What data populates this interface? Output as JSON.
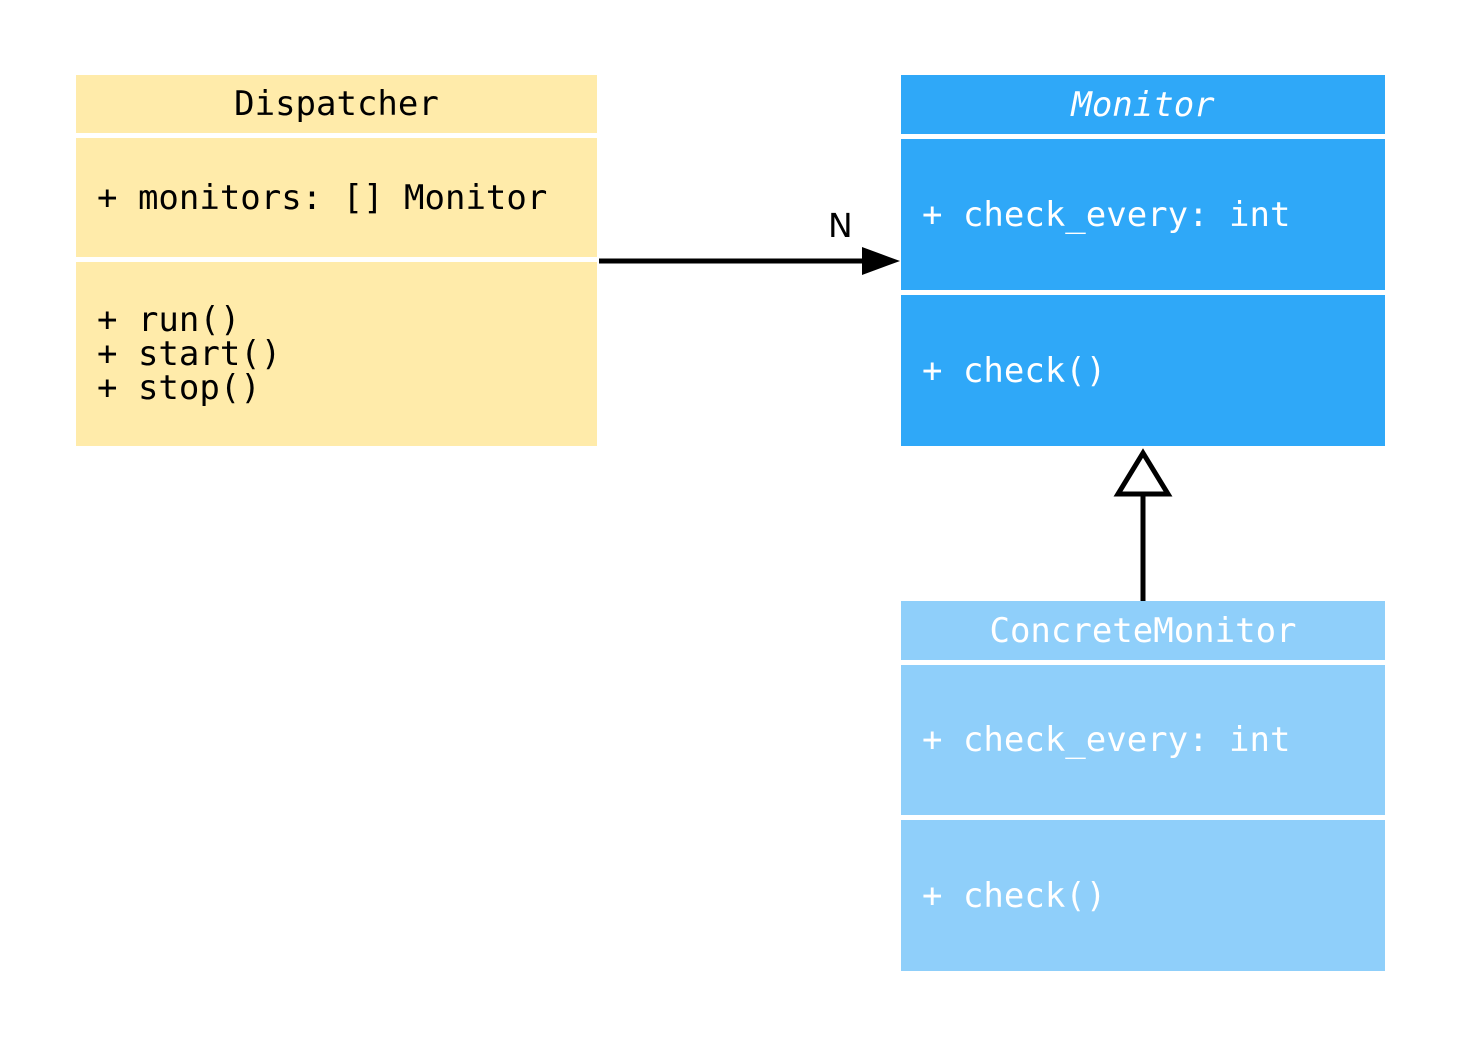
{
  "diagram": {
    "kind": "uml-class-diagram",
    "background": "#FFFFFF",
    "edge_color": "#000000",
    "classes": [
      {
        "name": "Dispatcher",
        "abstract": false,
        "fill": "#FFEBAA",
        "text_color": "#000000",
        "attributes": [
          "+ monitors: [] Monitor"
        ],
        "methods": [
          "+ run()",
          "+ start()",
          "+ stop()"
        ]
      },
      {
        "name": "Monitor",
        "abstract": true,
        "fill": "#2FA8F8",
        "text_color": "#FFFFFF",
        "attributes": [
          "+ check_every: int"
        ],
        "methods": [
          "+ check()"
        ]
      },
      {
        "name": "ConcreteMonitor",
        "abstract": false,
        "fill": "#8FCFFA",
        "text_color": "#FFFFFF",
        "attributes": [
          "+ check_every: int"
        ],
        "methods": [
          "+ check()"
        ]
      }
    ],
    "relations": [
      {
        "type": "association",
        "from": "Dispatcher",
        "to": "Monitor",
        "label": "N"
      },
      {
        "type": "inheritance",
        "from": "ConcreteMonitor",
        "to": "Monitor",
        "label": ""
      }
    ]
  }
}
